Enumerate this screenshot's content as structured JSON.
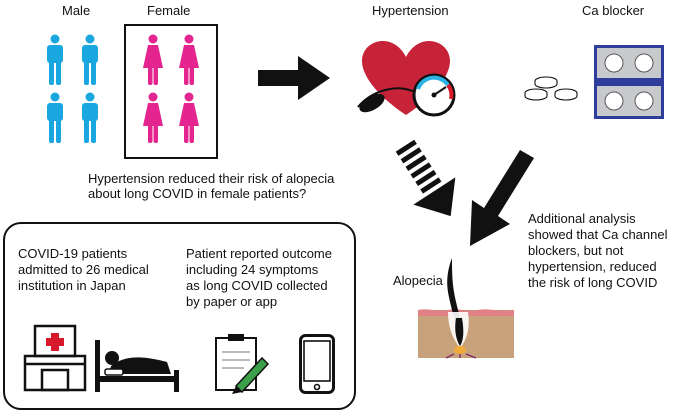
{
  "headers": {
    "male": "Male",
    "female": "Female",
    "hypertension": "Hypertension",
    "ca_blocker": "Ca blocker"
  },
  "question": {
    "line1": "Hypertension reduced their risk of alopecia",
    "line2": "about long COVID in female patients?"
  },
  "study": {
    "patients": [
      "COVID-19 patients",
      "admitted to  26 medical",
      "institution in Japan"
    ],
    "outcome": [
      "Patient reported outcome",
      "including 24 symptoms",
      "as long COVID collected",
      "by paper or app"
    ]
  },
  "outcome_label": "Alopecia",
  "conclusion": [
    "Additional analysis",
    "showed that Ca channel",
    "blockers, but not",
    "hypertension, reduced",
    "the risk of long COVID"
  ],
  "colors": {
    "male": "#1aa7df",
    "female": "#e4258f",
    "heart": "#c62238",
    "cross": "#d8192c",
    "pencil": "#3aa14a",
    "pack": "#2e3d9c",
    "skin": "#c8a27b",
    "skin_top": "#e07f84"
  }
}
